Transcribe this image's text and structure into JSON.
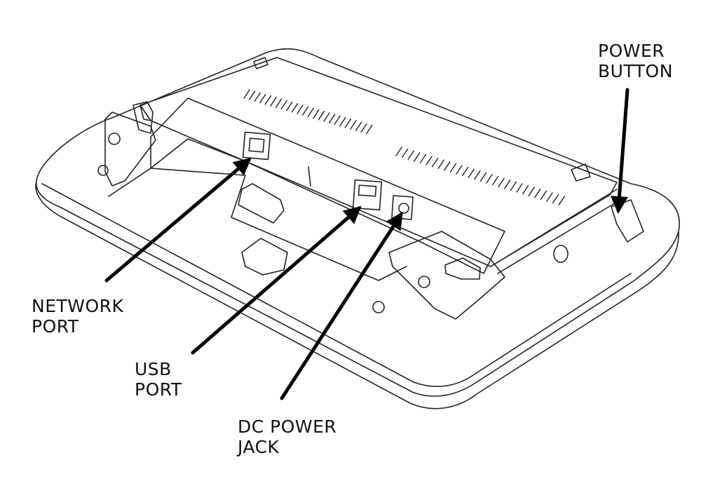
{
  "labels": {
    "power_button": {
      "line1": "POWER",
      "line2": "BUTTON"
    },
    "network_port": {
      "line1": "NETWORK",
      "line2": "PORT"
    },
    "usb_port": {
      "line1": "USB",
      "line2": "PORT"
    },
    "dc_power_jack": {
      "line1": "DC POWER",
      "line2": "JACK"
    }
  },
  "colors": {
    "line": "#222222",
    "arrow": "#000000",
    "background": "#ffffff"
  }
}
